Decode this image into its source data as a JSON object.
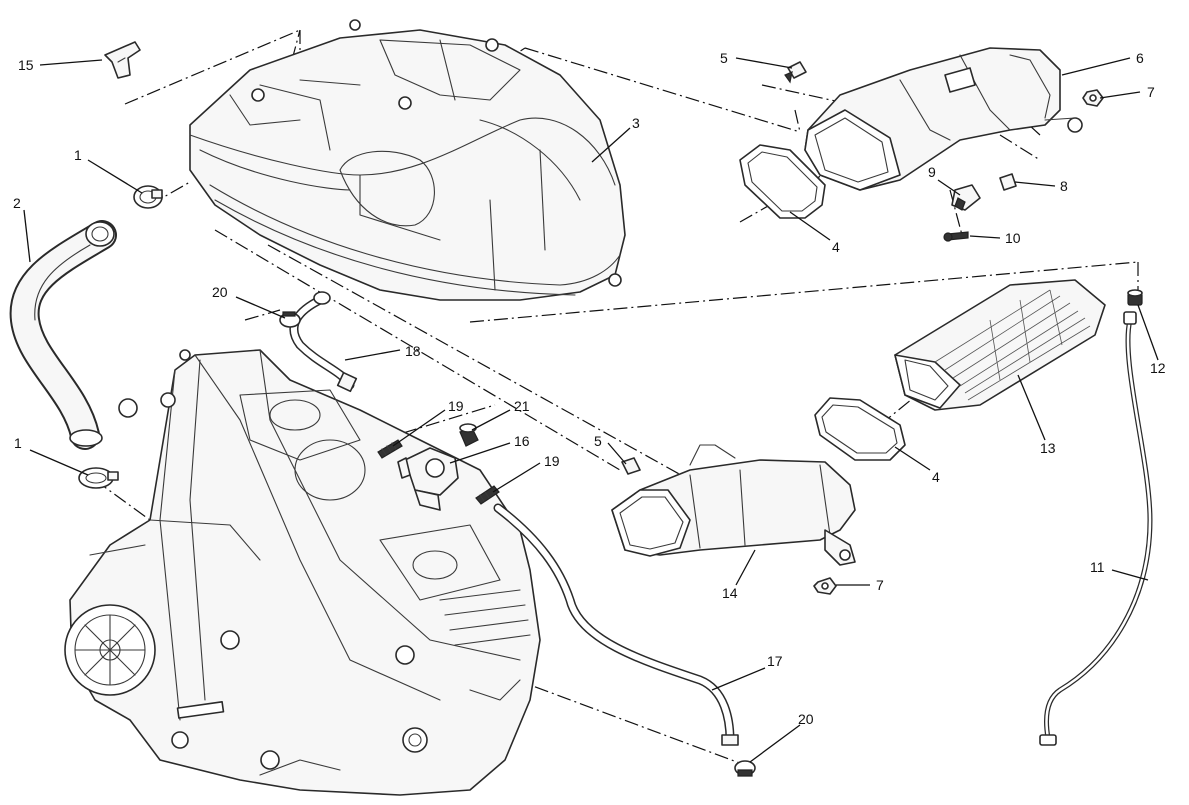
{
  "callouts": [
    {
      "id": "c15",
      "label": "15"
    },
    {
      "id": "c1a",
      "label": "1"
    },
    {
      "id": "c2",
      "label": "2"
    },
    {
      "id": "c1b",
      "label": "1"
    },
    {
      "id": "c20a",
      "label": "20"
    },
    {
      "id": "c18",
      "label": "18"
    },
    {
      "id": "c19a",
      "label": "19"
    },
    {
      "id": "c21",
      "label": "21"
    },
    {
      "id": "c16",
      "label": "16"
    },
    {
      "id": "c19b",
      "label": "19"
    },
    {
      "id": "c3",
      "label": "3"
    },
    {
      "id": "c5a",
      "label": "5"
    },
    {
      "id": "c6",
      "label": "6"
    },
    {
      "id": "c7a",
      "label": "7"
    },
    {
      "id": "c9",
      "label": "9"
    },
    {
      "id": "c8",
      "label": "8"
    },
    {
      "id": "c10",
      "label": "10"
    },
    {
      "id": "c4a",
      "label": "4"
    },
    {
      "id": "c12",
      "label": "12"
    },
    {
      "id": "c13",
      "label": "13"
    },
    {
      "id": "c4b",
      "label": "4"
    },
    {
      "id": "c5b",
      "label": "5"
    },
    {
      "id": "c7b",
      "label": "7"
    },
    {
      "id": "c14",
      "label": "14"
    },
    {
      "id": "c11",
      "label": "11"
    },
    {
      "id": "c17",
      "label": "17"
    },
    {
      "id": "c20b",
      "label": "20"
    }
  ],
  "colors": {
    "line": "#2a2a2a",
    "paper": "#ffffff"
  }
}
